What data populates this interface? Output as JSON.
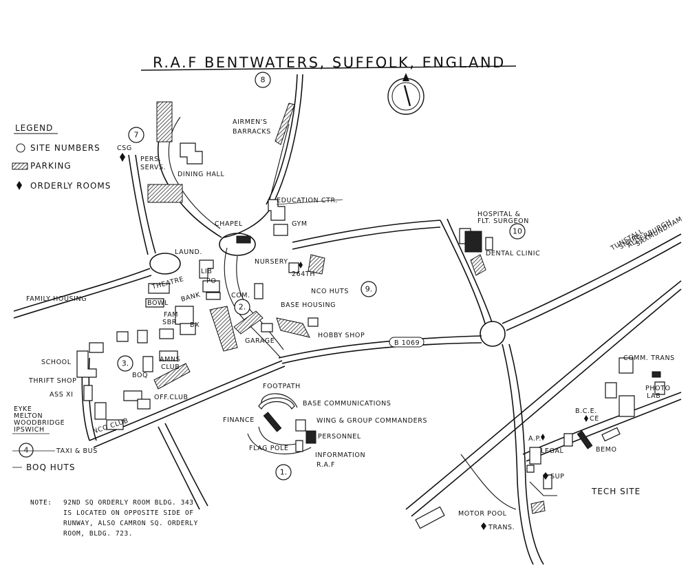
{
  "title": "R.A.F  BENTWATERS,  SUFFOLK,  ENGLAND",
  "legend": {
    "heading": "LEGEND",
    "site_numbers": "SITE NUMBERS",
    "parking": "PARKING",
    "orderly_rooms": "ORDERLY ROOMS"
  },
  "sites": [
    "1.",
    "2.",
    "3.",
    "4",
    "7",
    "8",
    "9.",
    "10"
  ],
  "labels": {
    "airmens_barracks_1": "AIRMEN'S",
    "airmens_barracks_2": "BARRACKS",
    "csg": "CSG",
    "pers_servs_1": "PERS.",
    "pers_servs_2": "SERVS.",
    "dining_hall": "DINING HALL",
    "education_ctr": "EDUCATION CTR.",
    "chapel": "CHAPEL",
    "gym": "GYM",
    "hospital_1": "HOSPITAL &",
    "hospital_2": "FLT. SURGEON",
    "dental_clinic": "DENTAL CLINIC",
    "laund": "LAUND.",
    "nursery": "NURSERY",
    "sq_264th": "264TH",
    "lib": "LIB",
    "po": "PO",
    "theatre": "THEATRE",
    "bank": "BANK",
    "bowl": "BOWL",
    "com": "COM.",
    "nco_huts": "NCO HUTS",
    "base_housing": "BASE HOUSING",
    "family_housing": "FAMILY  HOUSING",
    "fam_sbr_1": "FAM",
    "fam_sbr_2": "SBR",
    "bx": "BX",
    "garage": "GARAGE",
    "hobby_shop": "HOBBY SHOP",
    "road_b1069": "B 1069",
    "school": "SCHOOL",
    "amns_club_1": "AMNS",
    "amns_club_2": "CLUB",
    "boq": "BOQ",
    "thrift_shop": "THRIFT SHOP",
    "ass_xi": "ASS XI",
    "off_club": "OFF.CLUB",
    "nco_club": "NCO CLUB",
    "footpath": "FOOTPATH",
    "base_communications": "BASE  COMMUNICATIONS",
    "finance": "FINANCE",
    "wing_group": "WING & GROUP COMMANDERS",
    "personnel": "PERSONNEL",
    "flag_pole": "FLAG POLE",
    "information": "INFORMATION",
    "raf": "R.A.F",
    "eyke": "EYKE",
    "melton": "MELTON",
    "woodbridge": "WOODBRIDGE",
    "ipswich": "IPSWICH",
    "taxi_bus": "TAXI & BUS",
    "boq_huts": "BOQ HUTS",
    "tunstall": "TUNSTALL",
    "snape": "SNAPE",
    "alderburgh": "ALDERBURGH",
    "saxmundham": "SAXMUNDHAM",
    "comm_trans": "COMM. TRANS",
    "photo_lab_1": "PHOTO",
    "photo_lab_2": "LAB",
    "bce": "B.C.E.",
    "ce": "CE",
    "ap": "A.P.",
    "legal": "LEGAL",
    "bemo": "BEMO",
    "sup": "SUP",
    "tech_site": "TECH  SITE",
    "motor_pool": "MOTOR POOL",
    "trans": "TRANS."
  },
  "note": {
    "prefix": "NOTE:",
    "line1": "92ND SQ ORDERLY ROOM BLDG. 343",
    "line2": "IS LOCATED ON OPPOSITE SIDE OF",
    "line3": "RUNWAY, ALSO CAMRON SQ. ORDERLY",
    "line4": "ROOM, BLDG. 723."
  }
}
